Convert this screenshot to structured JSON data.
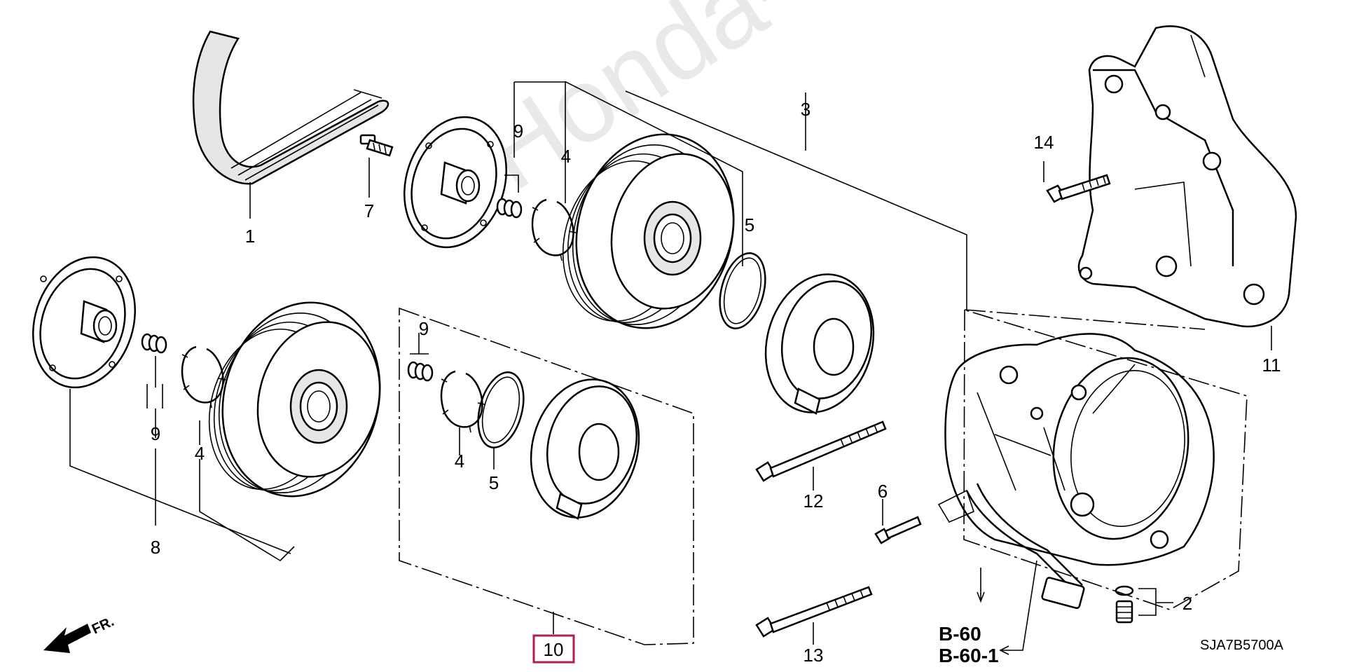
{
  "watermark": "Honda-CarMine.ru",
  "diagram_code": "SJA7B5700A",
  "direction_indicator": "FR.",
  "references": [
    "B-60",
    "B-60-1"
  ],
  "callouts": {
    "c1": "1",
    "c2": "2",
    "c3": "3",
    "c4a": "4",
    "c4b": "4",
    "c4c": "4",
    "c5a": "5",
    "c5b": "5",
    "c6": "6",
    "c7": "7",
    "c8": "8",
    "c9a": "9",
    "c9b": "9",
    "c9c": "9",
    "c10": "10",
    "c11": "11",
    "c12": "12",
    "c13": "13",
    "c14": "14"
  },
  "colors": {
    "highlight_box": "#b0204a",
    "watermark": "#d0d0d0"
  }
}
